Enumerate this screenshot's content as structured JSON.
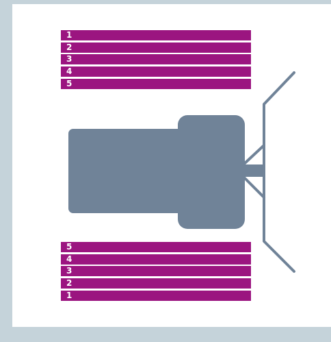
{
  "bar_groups": {
    "top": {
      "labels": [
        "1",
        "2",
        "3",
        "4",
        "5"
      ]
    },
    "bottom": {
      "labels": [
        "5",
        "4",
        "3",
        "2",
        "1"
      ]
    }
  },
  "colors": {
    "background": "#c5d3da",
    "panel": "#ffffff",
    "bar": "#9b1580",
    "bar_label": "#ffffff",
    "machine": "#708398"
  }
}
